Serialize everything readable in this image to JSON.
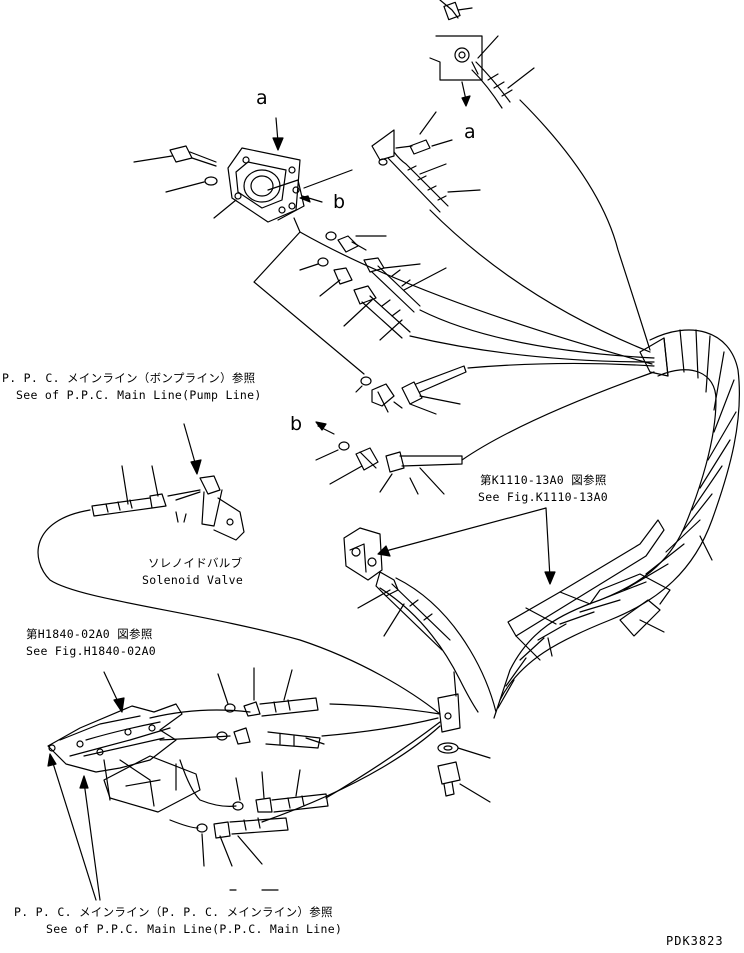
{
  "callouts": {
    "a_top": "a",
    "a_right": "a",
    "b_upper": "b",
    "b_lower": "b"
  },
  "refs": {
    "pump_line_ja": "P. P. C. メインライン（ボンプライン）参照",
    "pump_line_en": "See of P.P.C. Main Line(Pump Line)",
    "k1110_ja": "第K1110-13A0 図参照",
    "k1110_en": "See Fig.K1110-13A0",
    "solenoid_ja": "ソレノイドバルブ",
    "solenoid_en": "Solenoid Valve",
    "h1840_ja": "第H1840-02A0 図参照",
    "h1840_en": "See Fig.H1840-02A0",
    "ppc_main_ja": "P. P. C. メインライン（P. P. C. メインライン）参照",
    "ppc_main_en": "See of P.P.C. Main Line(P.P.C. Main Line)"
  },
  "drawing_code": "PDK3823"
}
